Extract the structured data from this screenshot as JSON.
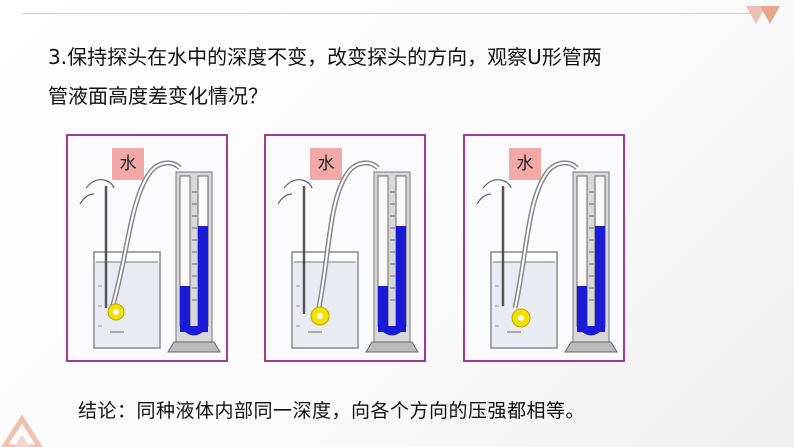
{
  "question": {
    "line1": "3.保持探头在水中的深度不变，改变探头的方向，观察U形管两",
    "line2": "管液面高度差变化情况？"
  },
  "panels": [
    {
      "tag": "水",
      "probe_direction": "up"
    },
    {
      "tag": "水",
      "probe_direction": "side"
    },
    {
      "tag": "水",
      "probe_direction": "down"
    }
  ],
  "conclusion": "结论：同种液体内部同一深度，向各个方向的压强都相等。",
  "colors": {
    "panel_border": "#a33a8e",
    "liquid_blue": "#1a1ad8",
    "tag_pink": "#f3a8a8",
    "probe_yellow": "#f4e000",
    "accent_corner": "#e9a48e"
  }
}
